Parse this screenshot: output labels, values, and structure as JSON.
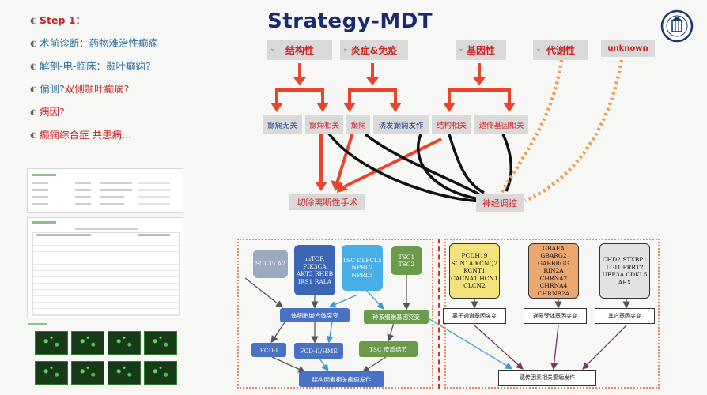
{
  "notes": {
    "step": "Step 1：",
    "items": [
      {
        "key": "术前诊断：",
        "value": "药物难治性癫痫"
      },
      {
        "key": "解剖-电-临床：",
        "value": "颞叶癫痫?"
      },
      {
        "key": "偏侧?",
        "value": "双侧颞叶癫痫?"
      },
      {
        "key": "病因?",
        "value": ""
      },
      {
        "key": "",
        "value": "癫痫综合症 共患病…"
      }
    ]
  },
  "title": "Strategy-MDT",
  "colors": {
    "arrow_red": "#e8452c",
    "arrow_orange": "#e9a050",
    "title_blue": "#1a2b6d"
  },
  "top_categories": [
    "结构性",
    "炎症&免疫",
    "基因性",
    "代谢性",
    "unknown"
  ],
  "mid_boxes": [
    "癫痫无关",
    "癫痫相关",
    "癫痫",
    "诱发癫痫发作",
    "结构相关",
    "遗传基因相关"
  ],
  "outcomes": {
    "left": "切除离断性手术",
    "right": "神经调控"
  },
  "genes": {
    "scl": "SCL35 A2",
    "mtor": "mTOR PIK3CA AKT3 RHEB IRS1 RALA",
    "tsc": "TSC DLPCL5 NPRL2 NPRL3",
    "tsc12": "TSC1 TSC2",
    "ion": "PCDH19 SCN1A KCNQ2 KCNT1 CACNA1 HCN1 CLCN2",
    "receptor": "GBAEA GBARG2 GABBRGG RIN2A CHRNA2 CHRNA4 CHRNB2A",
    "other": "CHD2 STXBP1 LGI1 PRRT2 UBE3A CDKL5 ARX"
  },
  "labels": {
    "somatic": "体细胞嵌合体突变",
    "germline": "种系细胞基因突变",
    "fcd1": "FCD-I",
    "fcd2": "FCD-II/HME",
    "tsc_nodule": "TSC 皮质结节",
    "structural": "结构因素相关癫痫发作",
    "ion": "离子通道基因突变",
    "receptor": "递质受体基因突变",
    "other": "其它基因突变",
    "genetic": "遗传因素相关癫痫发作"
  }
}
